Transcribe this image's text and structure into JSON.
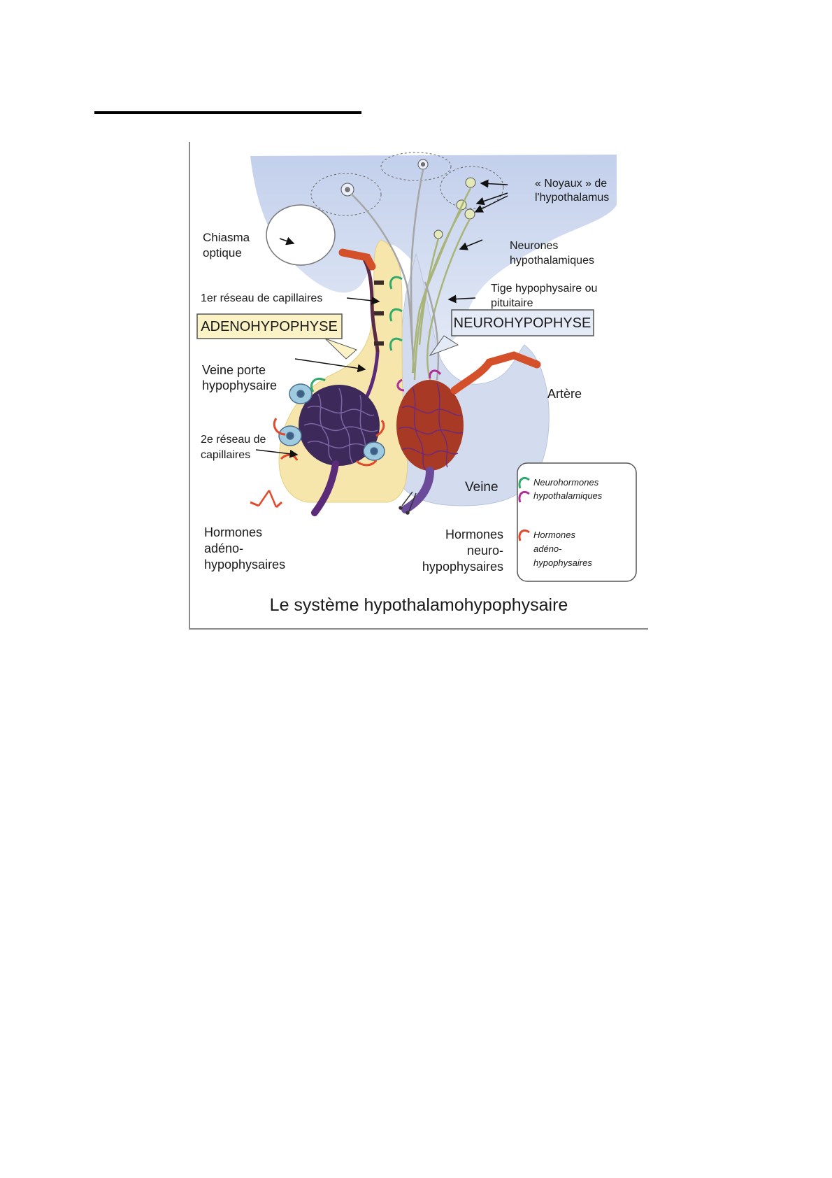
{
  "figure": {
    "caption": "Le système hypothalamohypophysaire",
    "labels": {
      "noyaux_l1": "« Noyaux » de",
      "noyaux_l2": "l'hypothalamus",
      "chiasma_l1": "Chiasma",
      "chiasma_l2": "optique",
      "neurones_l1": "Neurones",
      "neurones_l2": "hypothalamiques",
      "reseau1": "1er réseau de capillaires",
      "tige_l1": "Tige hypophysaire ou",
      "tige_l2": "pituitaire",
      "adeno": "ADENOHYPOPHYSE",
      "neuro": "NEUROHYPOPHYSE",
      "veine_porte_l1": "Veine porte",
      "veine_porte_l2": "hypophysaire",
      "artere": "Artère",
      "reseau2_l1": "2e réseau de",
      "reseau2_l2": "capillaires",
      "veine": "Veine",
      "horm_adeno_l1": "Hormones",
      "horm_adeno_l2": "adéno-",
      "horm_adeno_l3": "hypophysaires",
      "horm_neuro_l1": "Hormones",
      "horm_neuro_l2": "neuro-",
      "horm_neuro_l3": "hypophysaires"
    },
    "legend": {
      "neurohormones_l1": "Neurohormones",
      "neurohormones_l2": "hypothalamiques",
      "hormones_l1": "Hormones",
      "hormones_l2": "adéno-",
      "hormones_l3": "hypophysaires"
    },
    "colors": {
      "hypothalamus": "#c9d6ee",
      "adenohypophyse": "#f7e6aa",
      "neurohypophyse": "#d6dff0",
      "vein": "#5b3a86",
      "artery": "#d4502a",
      "neurohormone_green": "#2eaa6b",
      "neurohormone_magenta": "#b0309a",
      "hormone_red": "#e2482a"
    }
  }
}
